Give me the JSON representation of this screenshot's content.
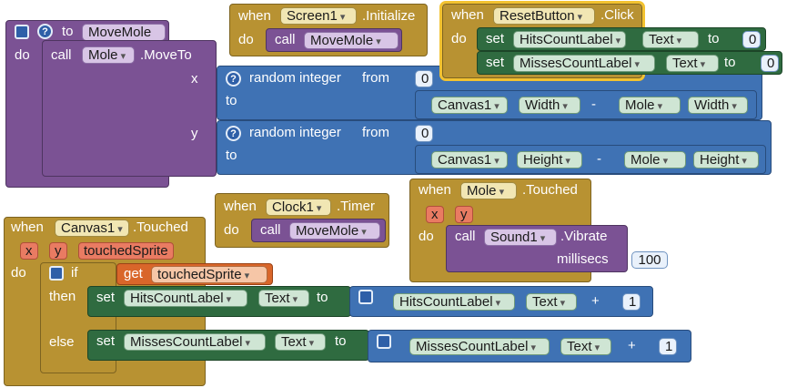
{
  "colors": {
    "procedure": "#7b5294",
    "event": "#b89232",
    "component_setter": "#2f6b40",
    "math": "#3f72b4",
    "variable_getter": "#d9662a",
    "selected_outline": "#f2c230"
  },
  "icons": [
    "mutator-icon",
    "help-icon"
  ],
  "procedure_block": {
    "kw_to": "to",
    "name": "MoveMole",
    "kw_do": "do",
    "kw_call": "call",
    "component": "Mole",
    "method": ".MoveTo",
    "arg_x": "x",
    "arg_y": "y",
    "rand1_label": "random integer",
    "rand1_from": "from",
    "rand1_from_val": "0",
    "rand1_to": "to",
    "rand1_comp_a": "Canvas1",
    "rand1_prop_a": "Width",
    "rand1_op": "-",
    "rand1_comp_b": "Mole",
    "rand1_prop_b": "Width",
    "rand2_label": "random integer",
    "rand2_from": "from",
    "rand2_from_val": "0",
    "rand2_to": "to",
    "rand2_comp_a": "Canvas1",
    "rand2_prop_a": "Height",
    "rand2_op": "-",
    "rand2_comp_b": "Mole",
    "rand2_prop_b": "Height"
  },
  "screen_init": {
    "kw_when": "when",
    "component": "Screen1",
    "event": ".Initialize",
    "kw_do": "do",
    "kw_call": "call",
    "proc": "MoveMole"
  },
  "reset_click": {
    "kw_when": "when",
    "component": "ResetButton",
    "event": ".Click",
    "kw_do": "do",
    "kw_set": "set",
    "set1_comp": "HitsCountLabel",
    "set1_prop": "Text",
    "set1_to": "to",
    "set1_val": "0",
    "set2_comp": "MissesCountLabel",
    "set2_prop": "Text",
    "set2_to": "to",
    "set2_val": "0"
  },
  "clock_timer": {
    "kw_when": "when",
    "component": "Clock1",
    "event": ".Timer",
    "kw_do": "do",
    "kw_call": "call",
    "proc": "MoveMole"
  },
  "mole_touched": {
    "kw_when": "when",
    "component": "Mole",
    "event": ".Touched",
    "param_x": "x",
    "param_y": "y",
    "kw_do": "do",
    "kw_call": "call",
    "call_comp": "Sound1",
    "call_method": ".Vibrate",
    "arg_label": "millisecs",
    "arg_val": "100"
  },
  "canvas_touched": {
    "kw_when": "when",
    "component": "Canvas1",
    "event": ".Touched",
    "param_x": "x",
    "param_y": "y",
    "param_sprite": "touchedSprite",
    "kw_do": "do",
    "kw_if": "if",
    "kw_get": "get",
    "get_var": "touchedSprite",
    "kw_then": "then",
    "kw_else": "else",
    "kw_set": "set",
    "then_comp": "HitsCountLabel",
    "then_prop": "Text",
    "then_to": "to",
    "then_add_comp": "HitsCountLabel",
    "then_add_prop": "Text",
    "then_add_op": "+",
    "then_add_val": "1",
    "else_comp": "MissesCountLabel",
    "else_prop": "Text",
    "else_to": "to",
    "else_add_comp": "MissesCountLabel",
    "else_add_prop": "Text",
    "else_add_op": "+",
    "else_add_val": "1"
  }
}
